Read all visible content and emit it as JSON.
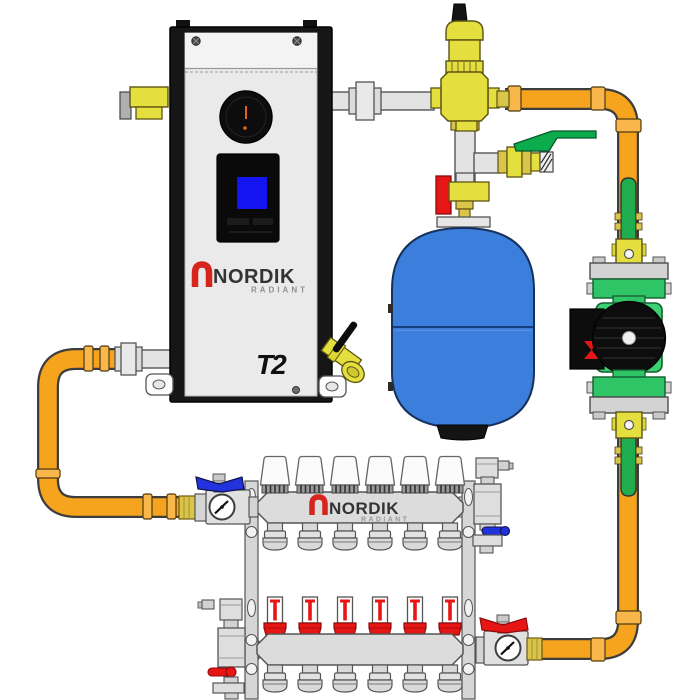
{
  "page": {
    "background": "#ffffff",
    "description": "Hydronic radiant heating package diagram: electric boiler, air separator, expansion tank, circulator pump, 6-loop manifold"
  },
  "boiler": {
    "brand": "NORDIK",
    "brand_sub": "RADIANT",
    "model_badge": "T2"
  },
  "manifold": {
    "brand": "NORDIK",
    "brand_sub": "RADIANT",
    "loop_count": 6
  },
  "components": [
    "electric-boiler",
    "temperature-gauge",
    "control-display",
    "pressure-relief-valve",
    "boiler-drain-valve",
    "air-separator",
    "auto-air-vent",
    "hose-drain-valve-green",
    "tank-isolation-valve-red",
    "expansion-tank",
    "circulator-pump",
    "pump-isolation-valves",
    "supply-manifold-bar",
    "return-manifold-bar",
    "flow-caps",
    "flow-meters",
    "supply-ball-valve-blue",
    "return-ball-valve-red",
    "manifold-air-vents",
    "manifold-drain-valves",
    "mounting-brackets",
    "pex-supply-piping",
    "pex-return-piping"
  ],
  "colors": {
    "pipe_orange": "#F6A41D",
    "pipe_ring_orange": "#F9B64B",
    "brass_yellow": "#E4DE3E",
    "brass_gold": "#D9C54A",
    "pump_green": "#3BD070",
    "pex_green": "#1FAD4F",
    "tank_blue": "#3C7EDB",
    "display_blue": "#1414F0",
    "handle_blue": "#2233DD",
    "handle_green": "#0CAC4C",
    "handle_red": "#E81515",
    "logo_red": "#D6251D",
    "stainless_gray": "#DCDCDC"
  }
}
